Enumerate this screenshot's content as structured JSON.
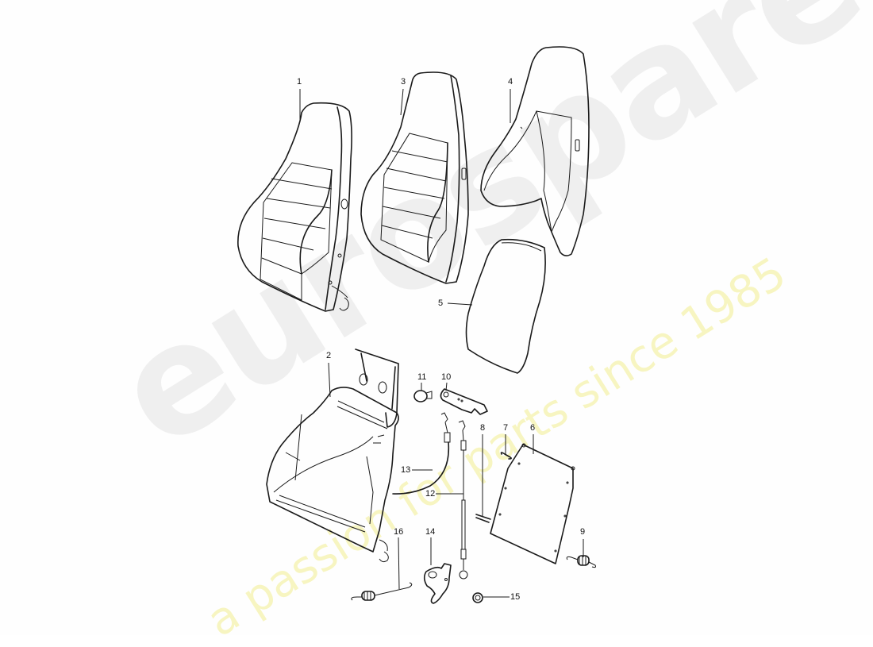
{
  "diagram": {
    "type": "exploded parts diagram",
    "subject": "Seat backrest assembly",
    "watermark": {
      "brand": "eurospares",
      "tagline": "a passion for parts since 1985"
    },
    "callouts": [
      {
        "number": "1",
        "part": "backrest upholstery (pleated, with release knob)"
      },
      {
        "number": "2",
        "part": "backrest frame"
      },
      {
        "number": "3",
        "part": "backrest upholstery (pleated)"
      },
      {
        "number": "4",
        "part": "backrest upholstery (plain insert)"
      },
      {
        "number": "5",
        "part": "backrest pad"
      },
      {
        "number": "6",
        "part": "rear backrest panel"
      },
      {
        "number": "7",
        "part": "clip"
      },
      {
        "number": "8",
        "part": "clip"
      },
      {
        "number": "9",
        "part": "tension spring"
      },
      {
        "number": "10",
        "part": "release lever plate"
      },
      {
        "number": "11",
        "part": "knob"
      },
      {
        "number": "12",
        "part": "release cable"
      },
      {
        "number": "13",
        "part": "bowden cable"
      },
      {
        "number": "14",
        "part": "latch hook"
      },
      {
        "number": "15",
        "part": "circlip"
      },
      {
        "number": "16",
        "part": "tension spring"
      }
    ]
  },
  "labels": {
    "l1": "1",
    "l2": "2",
    "l3": "3",
    "l4": "4",
    "l5": "5",
    "l6": "6",
    "l7": "7",
    "l8": "8",
    "l9": "9",
    "l10": "10",
    "l11": "11",
    "l12": "12",
    "l13": "13",
    "l14": "14",
    "l15": "15",
    "l16": "16"
  }
}
